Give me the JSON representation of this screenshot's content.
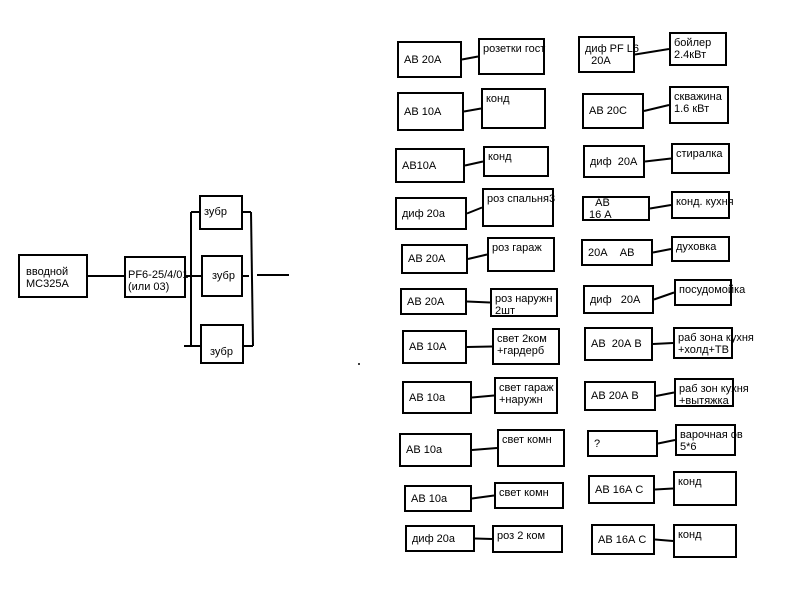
{
  "main": {
    "input": "вводной\nМС325А",
    "rcd": "PF6-25/4/01\n(или 03)",
    "relays": [
      "зубр",
      "зубр",
      "зубр"
    ]
  },
  "col1": [
    {
      "breaker": "АВ 20А",
      "load": "розетки гост"
    },
    {
      "breaker": "АВ 10А",
      "load": "конд"
    },
    {
      "breaker": "АВ10А",
      "load": "конд"
    },
    {
      "breaker": "диф 20а",
      "load": "роз спальня3"
    },
    {
      "breaker": "АВ 20А",
      "load": "роз гараж"
    },
    {
      "breaker": "АВ 20А",
      "load": "роз наружн\n2шт"
    },
    {
      "breaker": "АВ 10А",
      "load": "свет 2ком\n+гардерб"
    },
    {
      "breaker": "АВ 10а",
      "load": "свет гараж\n+наружн"
    },
    {
      "breaker": "АВ 10а",
      "load": "свет комн"
    },
    {
      "breaker": "АВ 10а",
      "load": "свет комн"
    },
    {
      "breaker": "диф 20а",
      "load": "роз 2 ком"
    }
  ],
  "col2": [
    {
      "breaker": "диф PF L6\n  20А",
      "load": "бойлер\n2.4кВт"
    },
    {
      "breaker": "АВ 20С",
      "load": "скважина\n1.6 кВт"
    },
    {
      "breaker": "диф  20А",
      "load": "стиралка"
    },
    {
      "breaker": "  АВ\n16 А",
      "load": "конд. кухня"
    },
    {
      "breaker": "20А    АВ",
      "load": "духовка"
    },
    {
      "breaker": "диф   20А",
      "load": "посудомойка"
    },
    {
      "breaker": "АВ  20А В",
      "load": "раб зона кухня\n+холд+ТВ"
    },
    {
      "breaker": "АВ 20А В",
      "load": "раб зон кухня\n+вытяжка"
    },
    {
      "breaker": "?",
      "load": "варочная ов\n5*6"
    },
    {
      "breaker": "АВ 16А С",
      "load": "конд"
    },
    {
      "breaker": "АВ 16А С",
      "load": "конд"
    }
  ]
}
